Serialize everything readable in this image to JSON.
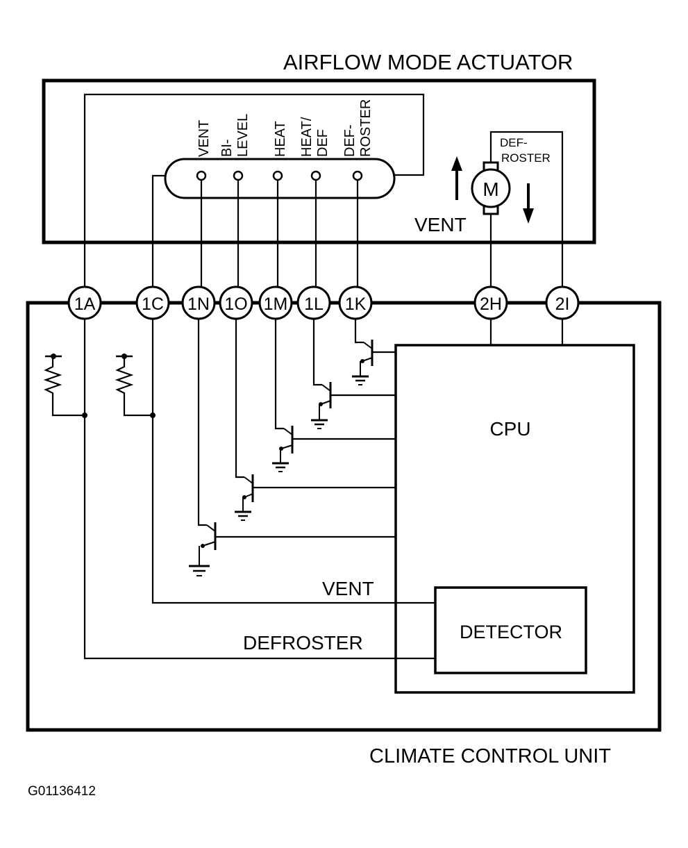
{
  "actuator": {
    "title": "AIRFLOW MODE ACTUATOR",
    "modes": [
      {
        "lines": [
          "VENT"
        ]
      },
      {
        "lines": [
          "BI-",
          "LEVEL"
        ]
      },
      {
        "lines": [
          "HEAT"
        ]
      },
      {
        "lines": [
          "HEAT/",
          "DEF"
        ]
      },
      {
        "lines": [
          "DEF-",
          "ROSTER"
        ]
      }
    ],
    "motor_symbol": "M",
    "defroster_label": [
      "DEF-",
      "ROSTER"
    ],
    "vent_label": "VENT"
  },
  "connectors": [
    "1A",
    "1C",
    "1N",
    "1O",
    "1M",
    "1L",
    "1K",
    "2H",
    "2I"
  ],
  "ccu": {
    "title": "CLIMATE CONTROL UNIT",
    "cpu_label": "CPU",
    "detector_label": "DETECTOR",
    "vent_label": "VENT",
    "defroster_label": "DEFROSTER"
  },
  "figure_id": "G01136412",
  "icons": {
    "motor": "motor-icon",
    "arrow_up": "arrow-up-icon",
    "arrow_down": "arrow-down-icon",
    "ground": "ground-icon",
    "resistor": "resistor-icon",
    "transistor": "transistor-icon"
  }
}
